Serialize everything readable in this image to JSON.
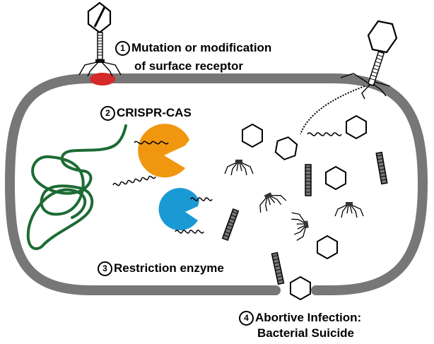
{
  "mechanisms": [
    {
      "number": "1",
      "lines": [
        "Mutation or modification",
        "of surface receptor"
      ]
    },
    {
      "number": "2",
      "lines": [
        "CRISPR-CAS"
      ]
    },
    {
      "number": "3",
      "lines": [
        "Restriction enzyme"
      ]
    },
    {
      "number": "4",
      "lines": [
        "Abortive Infection:",
        "Bacterial Suicide"
      ]
    }
  ],
  "colors": {
    "cell_wall": "#777777",
    "receptor": "#d42a2a",
    "bacterial_dna": "#1d6b33",
    "cas_protein": "#f0960f",
    "restriction_enzyme": "#1a9ad4",
    "ink": "#000000"
  }
}
